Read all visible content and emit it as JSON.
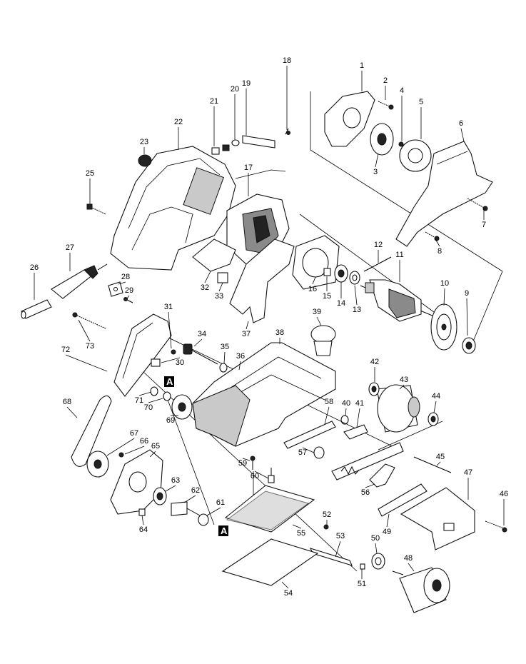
{
  "diagram": {
    "part_numbers": [
      "1",
      "2",
      "3",
      "4",
      "5",
      "6",
      "7",
      "8",
      "9",
      "10",
      "11",
      "12",
      "13",
      "14",
      "15",
      "16",
      "17",
      "18",
      "19",
      "20",
      "21",
      "22",
      "23",
      "25",
      "26",
      "27",
      "28",
      "29",
      "30",
      "31",
      "32",
      "33",
      "34",
      "35",
      "36",
      "37",
      "38",
      "39",
      "40",
      "41",
      "42",
      "43",
      "44",
      "45",
      "46",
      "47",
      "48",
      "49",
      "50",
      "51",
      "52",
      "53",
      "54",
      "55",
      "56",
      "57",
      "58",
      "59",
      "60",
      "61",
      "62",
      "63",
      "64",
      "65",
      "66",
      "67",
      "68",
      "69",
      "70",
      "71",
      "72",
      "73"
    ],
    "reference_mark": "A"
  }
}
